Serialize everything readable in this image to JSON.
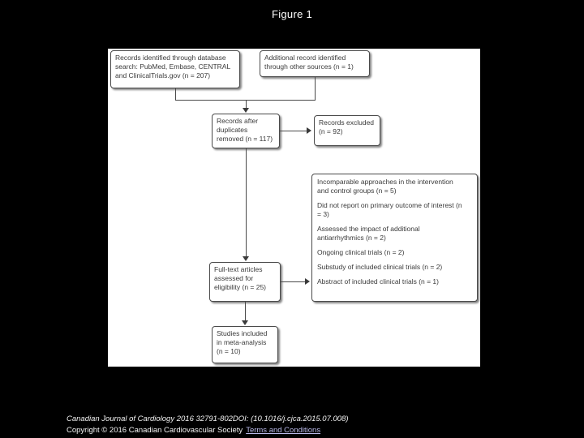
{
  "page": {
    "title": "Figure 1"
  },
  "diagram": {
    "box_identified": "Records identified through database search: PubMed, Embase, CENTRAL and ClinicalTrials.gov (n = 207)",
    "box_additional": "Additional record identified through other sources (n = 1)",
    "box_duplicates": "Records after duplicates removed (n = 117)",
    "box_excluded": "Records excluded (n = 92)",
    "box_fulltext": "Full-text articles assessed for eligibility (n = 25)",
    "box_included": "Studies included in meta-analysis (n = 10)",
    "exclusion_reasons": [
      "Incomparable approaches in the intervention and control groups (n = 5)",
      "Did not report on primary outcome of interest (n = 3)",
      "Assessed the impact of additional antiarrhythmics (n = 2)",
      "Ongoing clinical trials (n = 2)",
      "Substudy of included clinical trials (n = 2)",
      "Abstract of included clinical trials (n = 1)"
    ]
  },
  "footer": {
    "citation_line": "Canadian Journal of Cardiology 2016 32791-802DOI: (10.1016/j.cjca.2015.07.008)",
    "copyright_line": "Copyright © 2016 Canadian Cardiovascular Society",
    "terms_link": "Terms and Conditions"
  },
  "colors": {
    "page_background": "#000000",
    "panel_background": "#ffffff",
    "box_border": "#4a4a4a",
    "box_text": "#3a3a3a",
    "footer_text": "#f2f2f2",
    "terms_link": "#b9b9e8"
  }
}
